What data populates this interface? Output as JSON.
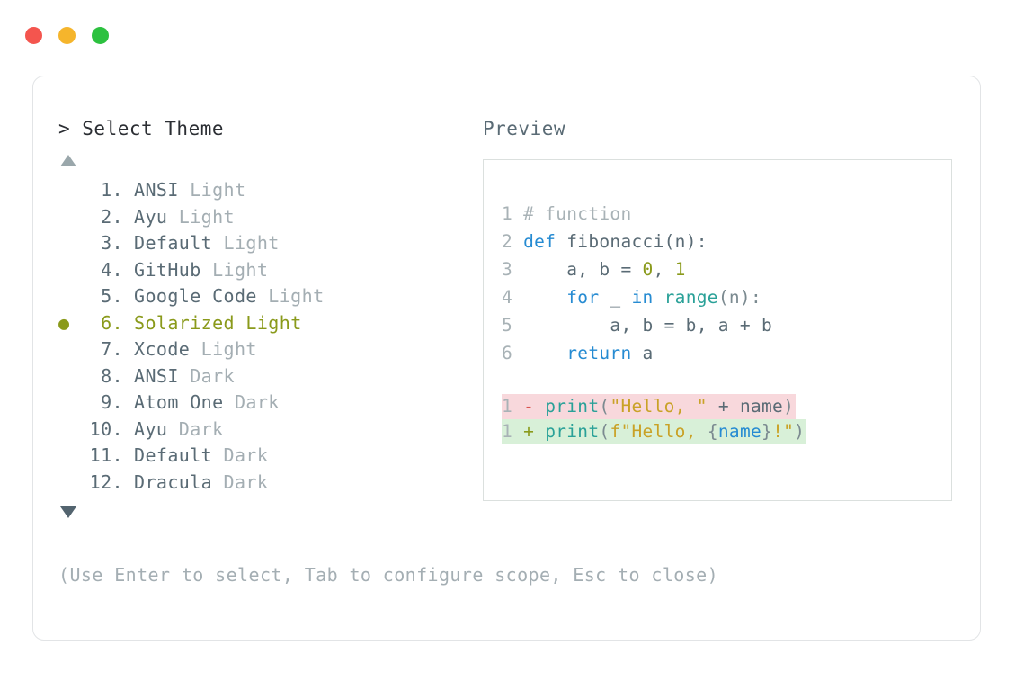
{
  "window": {
    "traffic_lights": [
      {
        "name": "close",
        "color": "#f4554e"
      },
      {
        "name": "minimize",
        "color": "#f5b52c"
      },
      {
        "name": "maximize",
        "color": "#2cc13f"
      }
    ]
  },
  "picker": {
    "prompt": "> Select Theme",
    "scroll_up": "▲",
    "scroll_down": "▼",
    "selected_index": 6,
    "selected_bullet": "●",
    "items": [
      {
        "number": "1.",
        "name": "ANSI",
        "variant": " Light"
      },
      {
        "number": "2.",
        "name": "Ayu",
        "variant": " Light"
      },
      {
        "number": "3.",
        "name": "Default",
        "variant": " Light"
      },
      {
        "number": "4.",
        "name": "GitHub",
        "variant": " Light"
      },
      {
        "number": "5.",
        "name": "Google Code",
        "variant": " Light"
      },
      {
        "number": "6.",
        "name": "Solarized",
        "variant": " Light"
      },
      {
        "number": "7.",
        "name": "Xcode",
        "variant": " Light"
      },
      {
        "number": "8.",
        "name": "ANSI",
        "variant": " Dark"
      },
      {
        "number": "9.",
        "name": "Atom One",
        "variant": " Dark"
      },
      {
        "number": "10.",
        "name": "Ayu",
        "variant": " Dark"
      },
      {
        "number": "11.",
        "name": "Default",
        "variant": " Dark"
      },
      {
        "number": "12.",
        "name": "Dracula",
        "variant": " Dark"
      }
    ]
  },
  "preview": {
    "label": "Preview",
    "code_lines": [
      {
        "num": "1",
        "tokens": [
          {
            "t": " # function",
            "c": "comment"
          }
        ]
      },
      {
        "num": "2",
        "tokens": [
          {
            "t": " ",
            "c": "plain"
          },
          {
            "t": "def",
            "c": "kw"
          },
          {
            "t": " fibonacci(n):",
            "c": "plain"
          }
        ]
      },
      {
        "num": "3",
        "tokens": [
          {
            "t": "     a, b = ",
            "c": "plain"
          },
          {
            "t": "0",
            "c": "num"
          },
          {
            "t": ", ",
            "c": "plain"
          },
          {
            "t": "1",
            "c": "num"
          }
        ]
      },
      {
        "num": "4",
        "tokens": [
          {
            "t": "     ",
            "c": "plain"
          },
          {
            "t": "for",
            "c": "kw"
          },
          {
            "t": " _ ",
            "c": "plain"
          },
          {
            "t": "in",
            "c": "kw"
          },
          {
            "t": " ",
            "c": "plain"
          },
          {
            "t": "range",
            "c": "fn"
          },
          {
            "t": "(n):",
            "c": "punct"
          }
        ]
      },
      {
        "num": "5",
        "tokens": [
          {
            "t": "         a, b = b, a + b",
            "c": "plain"
          }
        ]
      },
      {
        "num": "6",
        "tokens": [
          {
            "t": "     ",
            "c": "plain"
          },
          {
            "t": "return",
            "c": "kw"
          },
          {
            "t": " a",
            "c": "plain"
          }
        ]
      }
    ],
    "diff_lines": [
      {
        "kind": "del",
        "num": "1",
        "marker": "-",
        "tokens": [
          {
            "t": "print",
            "c": "fn"
          },
          {
            "t": "(",
            "c": "punct"
          },
          {
            "t": "\"Hello, \"",
            "c": "str"
          },
          {
            "t": " + ",
            "c": "plain"
          },
          {
            "t": "name",
            "c": "var"
          },
          {
            "t": ")",
            "c": "punct"
          }
        ]
      },
      {
        "kind": "add",
        "num": "1",
        "marker": "+",
        "tokens": [
          {
            "t": "print",
            "c": "fn"
          },
          {
            "t": "(",
            "c": "punct"
          },
          {
            "t": "f\"Hello, ",
            "c": "str"
          },
          {
            "t": "{",
            "c": "punct"
          },
          {
            "t": "name",
            "c": "kw"
          },
          {
            "t": "}",
            "c": "punct"
          },
          {
            "t": "!\"",
            "c": "str"
          },
          {
            "t": ")",
            "c": "punct"
          }
        ]
      }
    ]
  },
  "footer": {
    "hint": "(Use Enter to select, Tab to configure scope, Esc to close)"
  }
}
